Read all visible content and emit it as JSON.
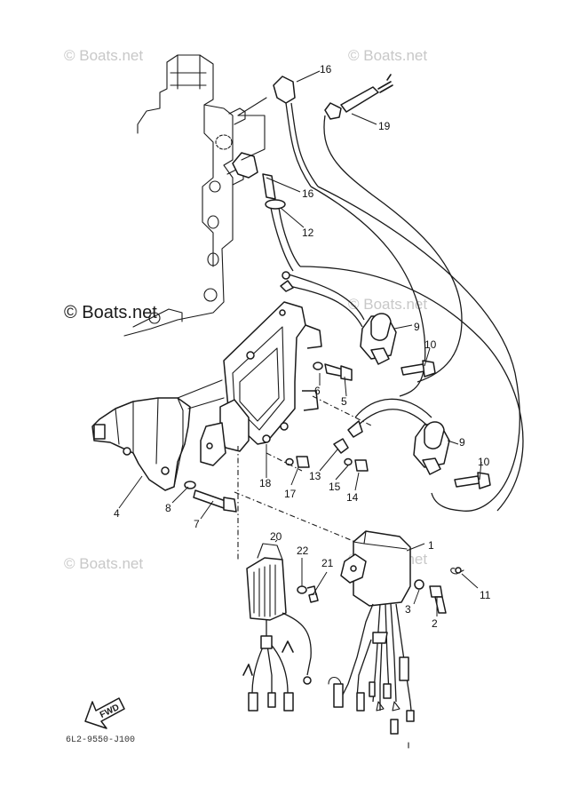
{
  "watermark": "© Boats.net",
  "copyright": "© Boats.net",
  "fwd_label": "FWD",
  "diagram_code": "6L2-9550-J100",
  "parts": {
    "p1": "1",
    "p2": "2",
    "p3": "3",
    "p4": "4",
    "p5": "5",
    "p6": "6",
    "p7": "7",
    "p8": "8",
    "p9a": "9",
    "p9b": "9",
    "p10a": "10",
    "p10b": "10",
    "p11": "11",
    "p12": "12",
    "p13": "13",
    "p14": "14",
    "p15": "15",
    "p16a": "16",
    "p16b": "16",
    "p17": "17",
    "p18": "18",
    "p19": "19",
    "p20": "20",
    "p21": "21",
    "p22": "22"
  }
}
